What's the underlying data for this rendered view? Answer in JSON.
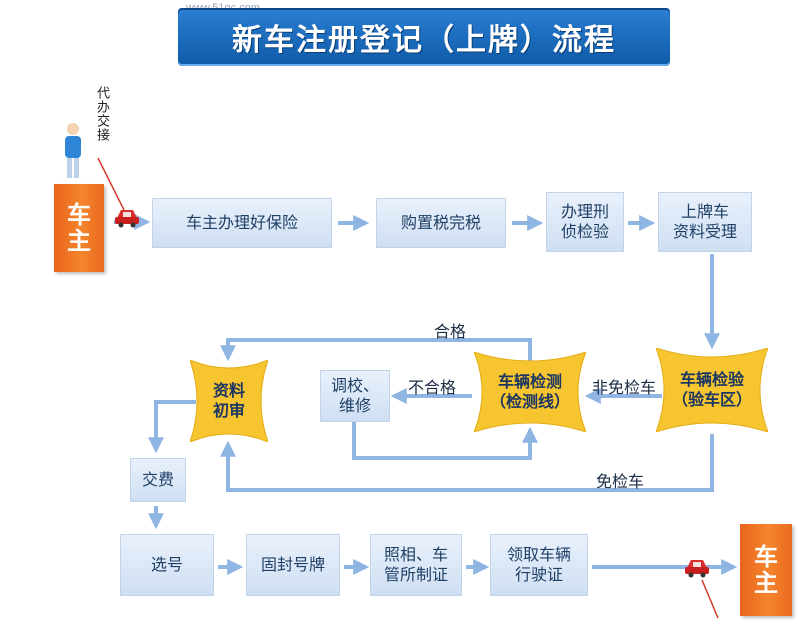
{
  "watermark": "www.51gc.com",
  "title": "新车注册登记（上牌）流程",
  "owner_left": "车\n主",
  "owner_right": "车\n主",
  "agent_label": "代办交接",
  "steps": {
    "insurance": "车主办理好保险",
    "tax": "购置税完税",
    "criminal_check": "办理刑\n侦检验",
    "accept": "上牌车\n资料受理",
    "inspect": "车辆检验\n（验车区）",
    "line_test": "车辆检测\n（检测线）",
    "repair": "调校、\n维修",
    "review": "资料\n初审",
    "fee": "交费",
    "select": "选号",
    "fix_plate": "固封号牌",
    "photo": "照相、车\n管所制证",
    "get_license": "领取车辆\n行驶证"
  },
  "labels": {
    "pass": "合格",
    "fail": "不合格",
    "not_exempt": "非免检车",
    "exempt": "免检车"
  },
  "colors": {
    "arrow": "#8fb5e3",
    "box_top": "#e9f1fb",
    "box_bottom": "#cfdff3",
    "star": "#f6c530",
    "owner": "#f07a25",
    "banner": "#1568bf"
  }
}
